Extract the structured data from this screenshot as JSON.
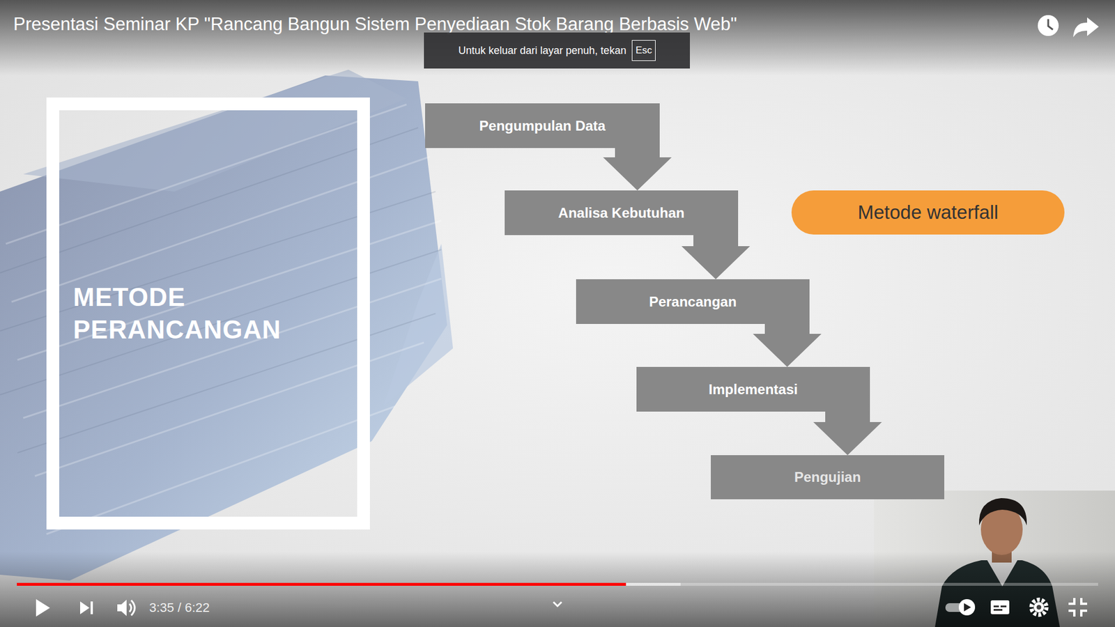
{
  "diagram": {
    "title": "Presentasi Seminar KP \"Rancang Bangun Sistem Penyediaan Stok Barang Berbasis Web\"",
    "nodes": [
      {
        "text": [
          "METODE PERANCANGAN"
        ]
      },
      {
        "text": [
          "Pengumpulan Data"
        ]
      },
      {
        "text": [
          "Analisa Kebutuhan"
        ]
      },
      {
        "text": [
          "Perancangan"
        ]
      },
      {
        "text": [
          "Implementasi"
        ]
      },
      {
        "text": [
          "Pengujian"
        ]
      },
      {
        "text": [
          "Metode waterfall"
        ]
      }
    ],
    "edges": [
      {
        "from": 1,
        "to": 2,
        "arrow": "to"
      },
      {
        "from": 2,
        "to": 3,
        "arrow": "to"
      },
      {
        "from": 3,
        "to": 4,
        "arrow": "to"
      },
      {
        "from": 4,
        "to": 5,
        "arrow": "to"
      }
    ],
    "labels": [
      "Untuk keluar dari layar penuh, tekan",
      "Esc",
      "3:35 / 6:22"
    ]
  }
}
